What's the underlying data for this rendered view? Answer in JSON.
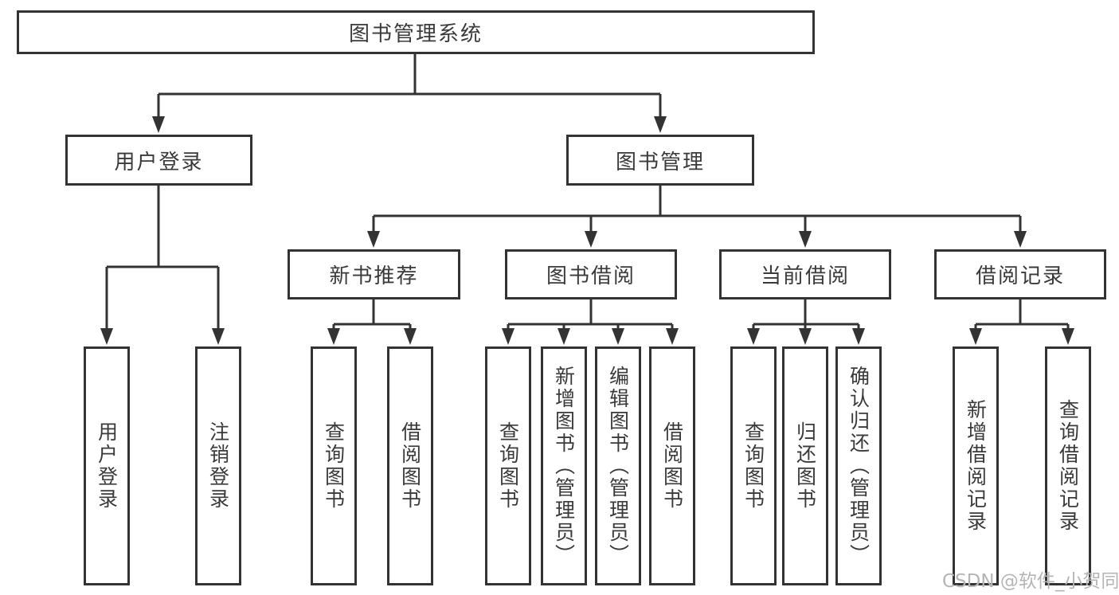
{
  "diagram": {
    "title": "图书管理系统",
    "branches": [
      {
        "label": "用户登录",
        "leaves": [
          "用户登录",
          "注销登录"
        ]
      },
      {
        "label": "图书管理",
        "groups": [
          {
            "label": "新书推荐",
            "leaves": [
              "查询图书",
              "借阅图书"
            ]
          },
          {
            "label": "图书借阅",
            "leaves": [
              "查询图书",
              "新增图书（管理员）",
              "编辑图书（管理员）",
              "借阅图书"
            ]
          },
          {
            "label": "当前借阅",
            "leaves": [
              "查询图书",
              "归还图书",
              "确认归还（管理员）"
            ]
          },
          {
            "label": "借阅记录",
            "leaves": [
              "新增借阅记录",
              "查询借阅记录"
            ]
          }
        ]
      }
    ]
  },
  "watermark": {
    "text": "CSDN @软件_小贺同学"
  },
  "colors": {
    "line": "#333333",
    "text": "#3a3a3a",
    "background": "#ffffff",
    "watermark": "#b5b5b5"
  }
}
